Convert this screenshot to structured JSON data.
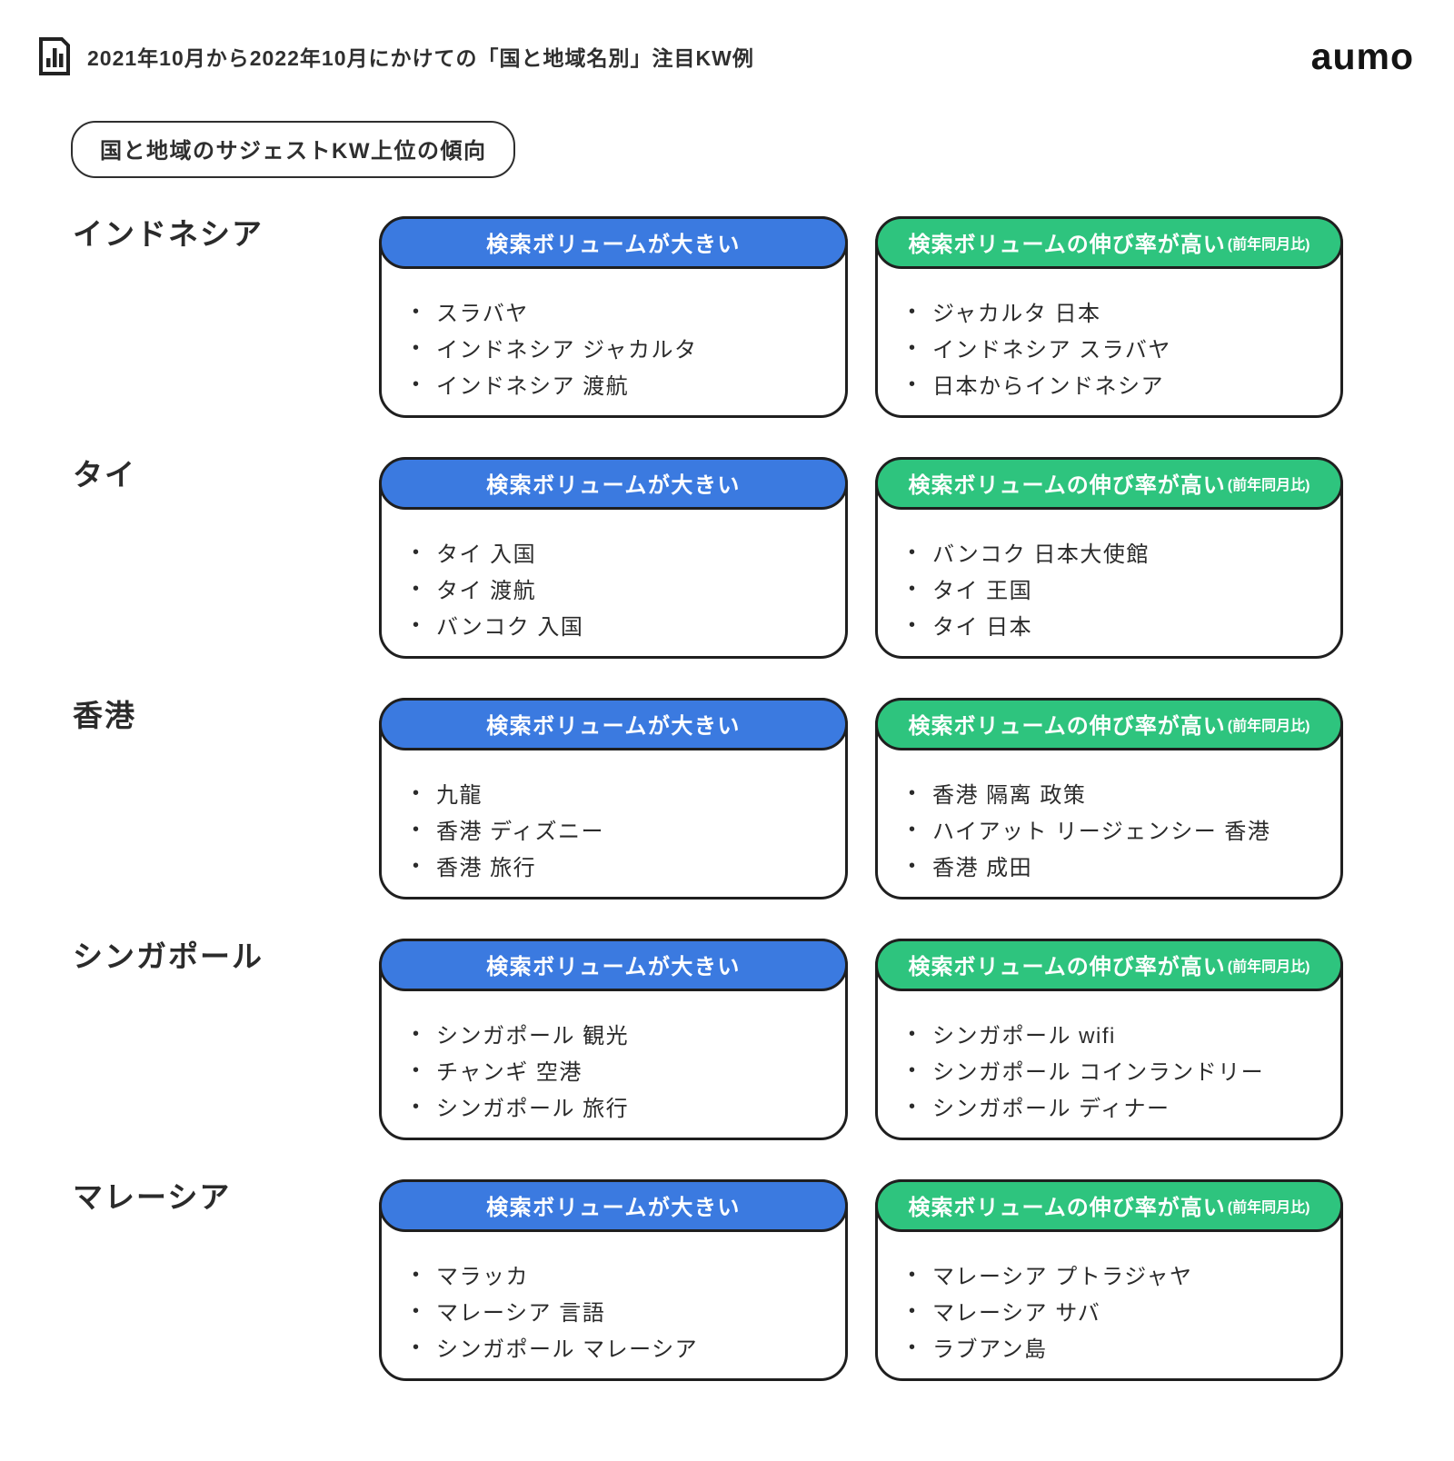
{
  "page": {
    "title": "2021年10月から2022年10月にかけての「国と地域名別」注目KW例",
    "logo": "aumo",
    "badge": "国と地域のサジェストKW上位の傾向"
  },
  "labels": {
    "volume_header": "検索ボリュームが大きい",
    "growth_header": "検索ボリュームの伸び率が高い",
    "growth_note": "(前年同月比)"
  },
  "colors": {
    "blue": "#3b7ae0",
    "green": "#2ec47e",
    "border": "#1f1f1f",
    "text": "#2b2b2b"
  },
  "sections": [
    {
      "country": "インドネシア",
      "volume_keywords": [
        "スラバヤ",
        "インドネシア ジャカルタ",
        "インドネシア 渡航"
      ],
      "growth_keywords": [
        "ジャカルタ 日本",
        "インドネシア スラバヤ",
        "日本からインドネシア"
      ]
    },
    {
      "country": "タイ",
      "volume_keywords": [
        "タイ 入国",
        "タイ 渡航",
        "バンコク 入国"
      ],
      "growth_keywords": [
        "バンコク 日本大使館",
        "タイ 王国",
        "タイ 日本"
      ]
    },
    {
      "country": "香港",
      "volume_keywords": [
        "九龍",
        "香港 ディズニー",
        "香港 旅行"
      ],
      "growth_keywords": [
        "香港 隔离 政策",
        "ハイアット リージェンシー 香港",
        "香港 成田"
      ]
    },
    {
      "country": "シンガポール",
      "volume_keywords": [
        "シンガポール 観光",
        "チャンギ 空港",
        "シンガポール 旅行"
      ],
      "growth_keywords": [
        "シンガポール wifi",
        "シンガポール コインランドリー",
        "シンガポール ディナー"
      ]
    },
    {
      "country": "マレーシア",
      "volume_keywords": [
        "マラッカ",
        "マレーシア 言語",
        "シンガポール マレーシア"
      ],
      "growth_keywords": [
        "マレーシア プトラジャヤ",
        "マレーシア サバ",
        "ラブアン島"
      ]
    }
  ]
}
